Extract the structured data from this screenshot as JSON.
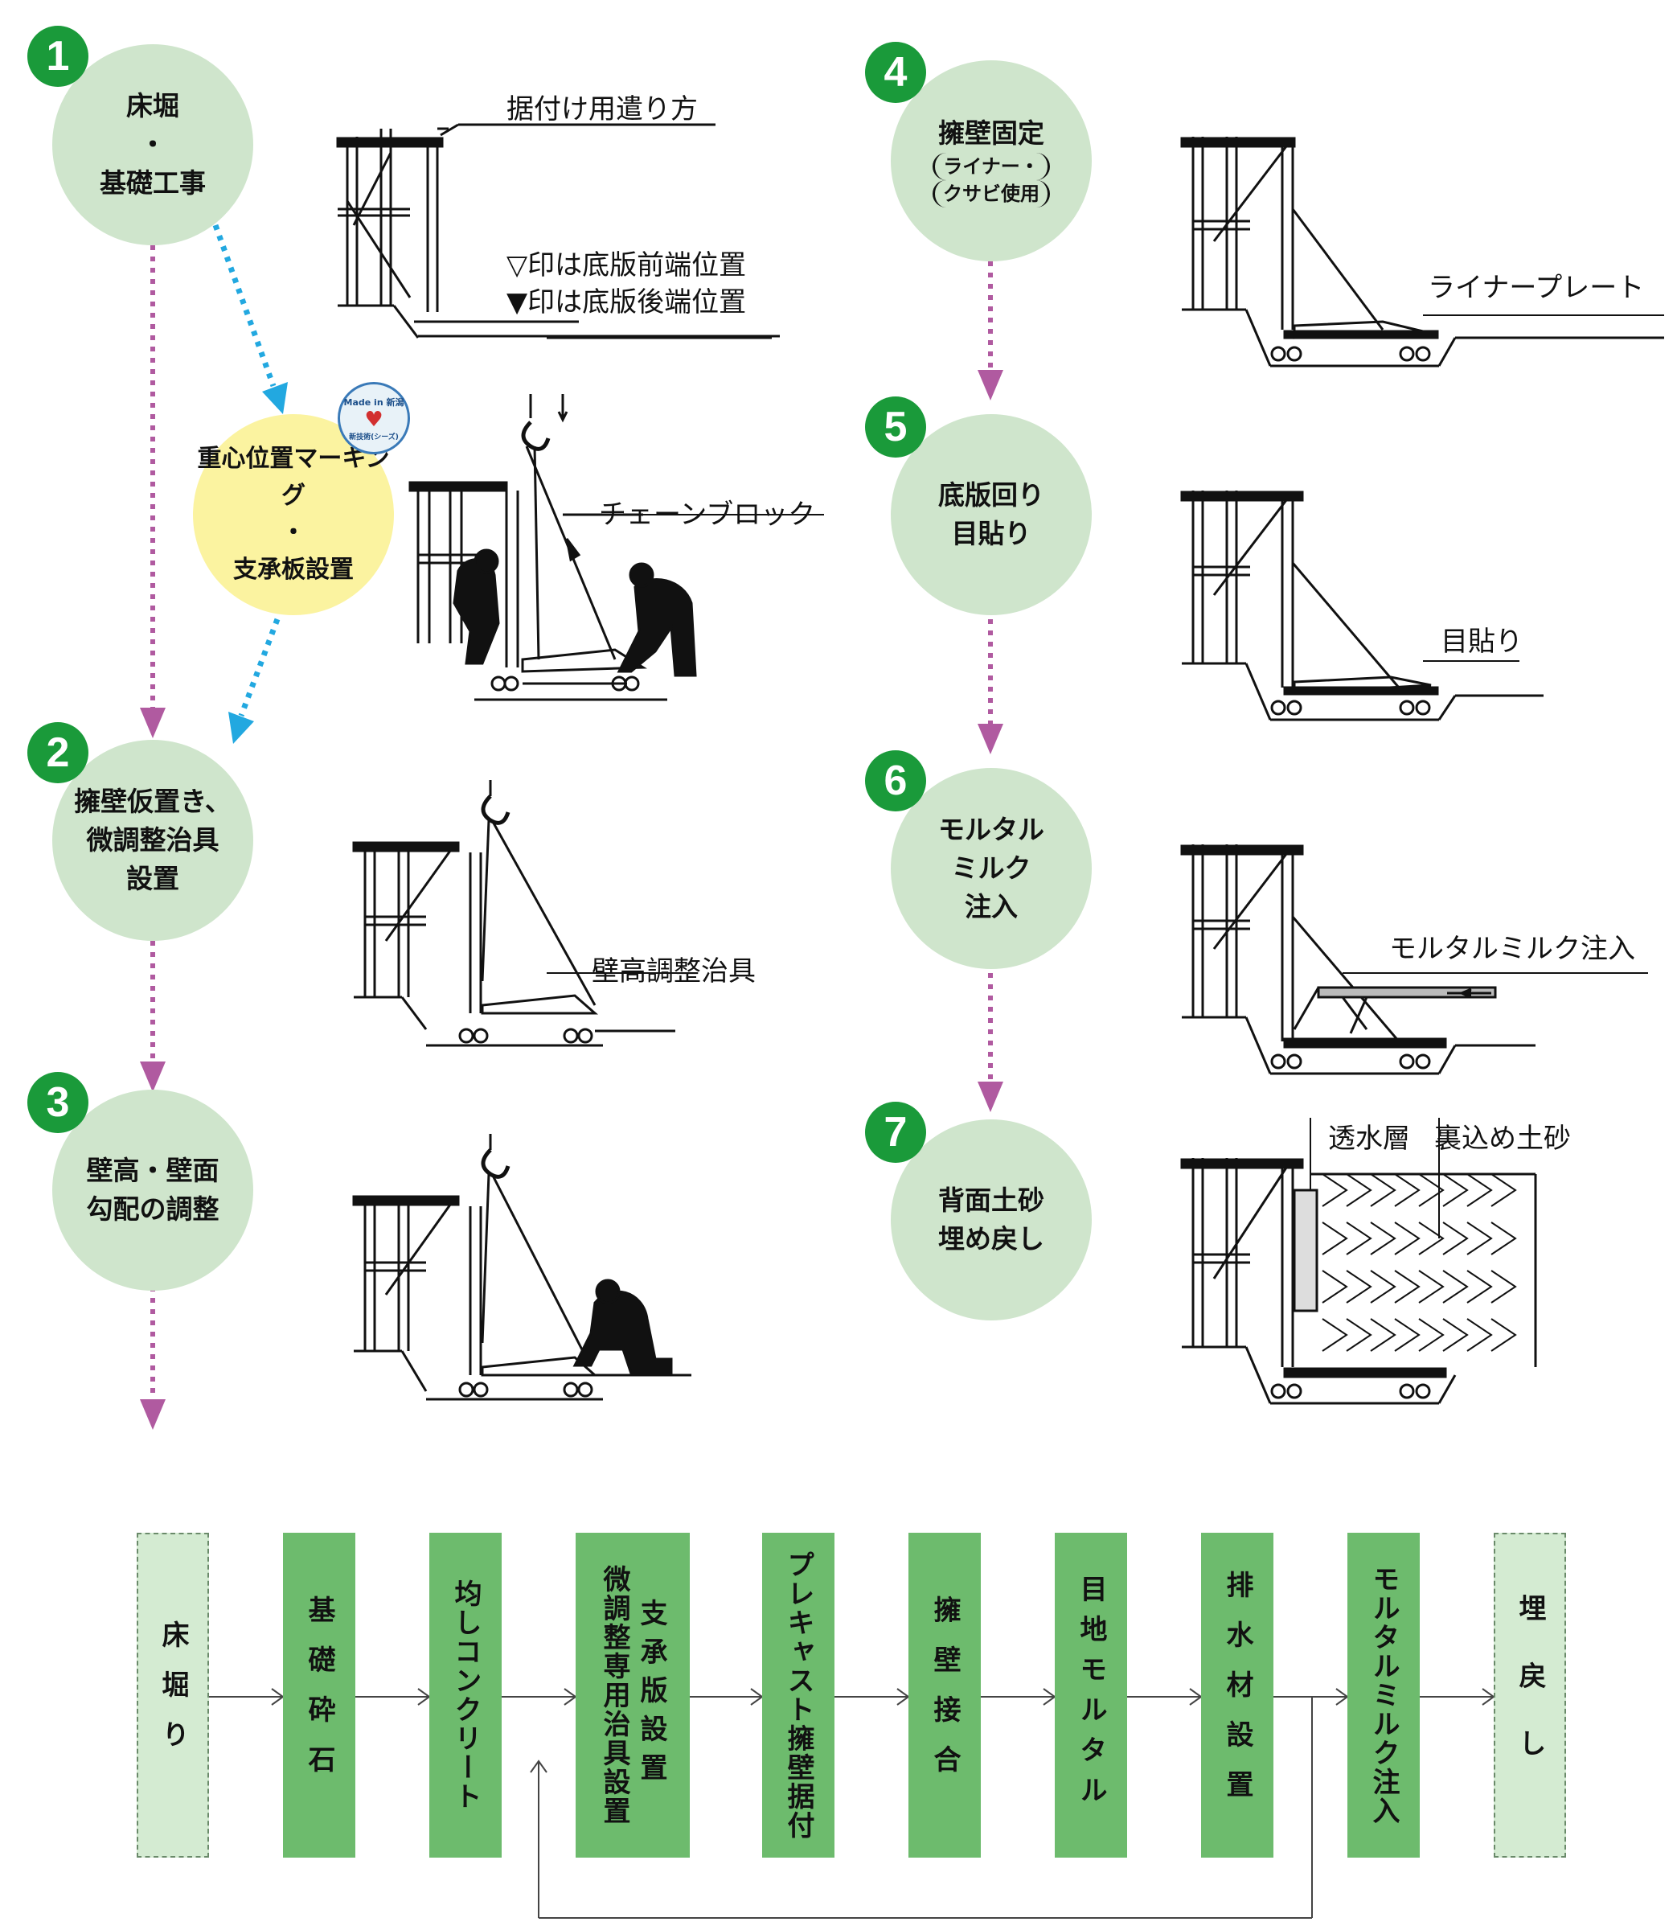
{
  "steps": [
    {
      "num": "1",
      "lines": [
        "床堀",
        "・",
        "基礎工事"
      ]
    },
    {
      "num": "2",
      "lines": [
        "擁壁仮置き、",
        "微調整治具",
        "設置"
      ]
    },
    {
      "num": "3",
      "lines": [
        "壁高・壁面",
        "勾配の調整"
      ]
    },
    {
      "num": "4",
      "lines": [
        "擁壁固定"
      ],
      "sub": [
        "ライナー・",
        "クサビ使用"
      ]
    },
    {
      "num": "5",
      "lines": [
        "底版回り",
        "目貼り"
      ]
    },
    {
      "num": "6",
      "lines": [
        "モルタル",
        "ミルク",
        "注入"
      ]
    },
    {
      "num": "7",
      "lines": [
        "背面土砂",
        "埋め戻し"
      ]
    }
  ],
  "extra_step": {
    "lines": [
      "重心位置マーキング",
      "・",
      "支承板設置"
    ]
  },
  "badge": {
    "line1": "Made in 新潟",
    "line2": "新技術(シーズ)"
  },
  "labels": {
    "suetsuke": "据付け用遣り方",
    "front_mark": "▽印は底版前端位置",
    "back_mark": "▼印は底版後端位置",
    "chain_block": "チェーンブロック",
    "wall_height_jig": "壁高調整治具",
    "liner_plate": "ライナープレート",
    "mebari": "目貼り",
    "mortar_milk": "モルタルミルク注入",
    "permeable_layer": "透水層",
    "backfill_soil": "裏込め土砂"
  },
  "flow": [
    {
      "text": "床堀り",
      "style": "dashed"
    },
    {
      "text": "基礎砕石",
      "style": "solid"
    },
    {
      "text": "均しコンクリート",
      "style": "solid"
    },
    {
      "text": "微調整専用治具設置",
      "text2": "支承版設置",
      "style": "solid"
    },
    {
      "text": "プレキャスト擁壁据付",
      "style": "solid"
    },
    {
      "text": "擁壁接合",
      "style": "solid"
    },
    {
      "text": "目地モルタル",
      "style": "solid"
    },
    {
      "text": "排水材設置",
      "style": "solid"
    },
    {
      "text": "モルタルミルク注入",
      "style": "solid"
    },
    {
      "text": "埋戻し",
      "style": "dashed"
    }
  ],
  "colors": {
    "circle_green": "#cfe5cc",
    "circle_yellow": "#fbf3a0",
    "badge_green": "#1a9a3a",
    "flow_green": "#6dbb6d",
    "flow_light": "#d4ebd2",
    "arrow_purple": "#b05aa0",
    "arrow_blue": "#22a8e0"
  }
}
